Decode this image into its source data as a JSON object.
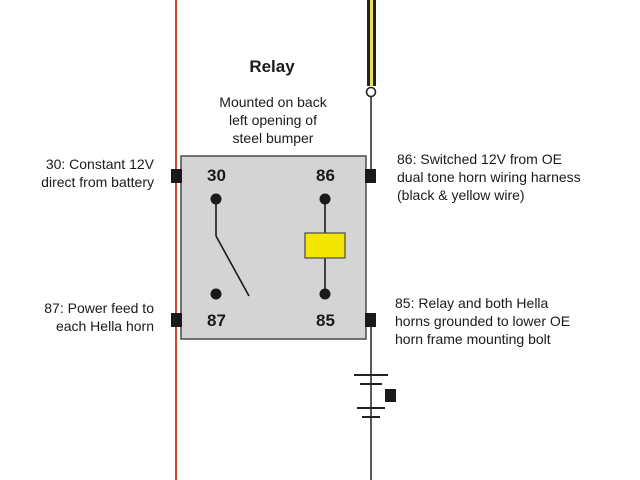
{
  "relay": {
    "title": "Relay",
    "mount_note": "Mounted on back\nleft opening of\nsteel bumper",
    "pins": {
      "p30": "30",
      "p86": "86",
      "p87": "87",
      "p85": "85"
    }
  },
  "labels": {
    "pin30": "30: Constant 12V\ndirect from battery",
    "pin86": "86: Switched 12V from OE\ndual tone horn wiring harness\n(black & yellow wire)",
    "pin87": "87: Power feed to\neach Hella horn",
    "pin85": "85: Relay and both Hella\nhorns grounded to lower OE\nhorn frame mounting bolt"
  },
  "colors": {
    "relay_body": "#d4d4d4",
    "coil": "#f2e600",
    "power_wire": "#c84a2a",
    "signal_wire": "#222222",
    "signal_stripe": "#e8e060"
  }
}
